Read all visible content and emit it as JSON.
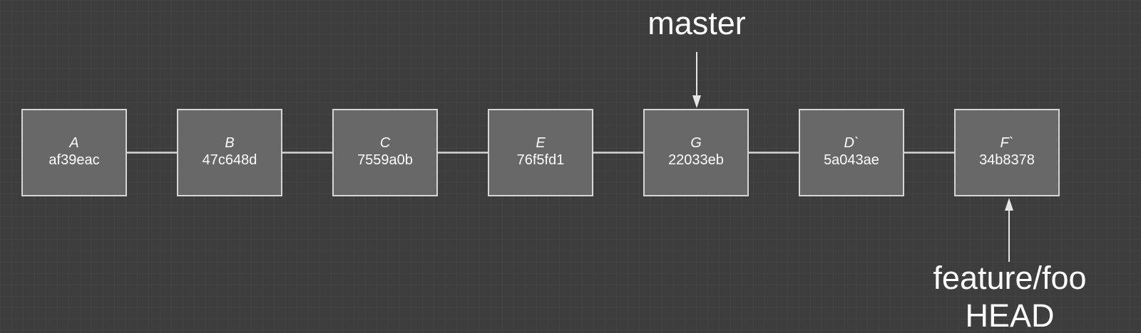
{
  "commits": [
    {
      "label": "A",
      "hash": "af39eac"
    },
    {
      "label": "B",
      "hash": "47c648d"
    },
    {
      "label": "C",
      "hash": "7559a0b"
    },
    {
      "label": "E",
      "hash": "76f5fd1"
    },
    {
      "label": "G",
      "hash": "22033eb"
    },
    {
      "label": "D`",
      "hash": "5a043ae"
    },
    {
      "label": "F`",
      "hash": "34b8378"
    }
  ],
  "refs": {
    "master": {
      "label": "master",
      "points_to": "G"
    },
    "feature": {
      "label": "feature/foo",
      "sublabel": "HEAD",
      "points_to": "F`"
    }
  },
  "colors": {
    "background": "#3d3d3d",
    "box_fill": "#686868",
    "box_stroke": "#d6d6d6",
    "text": "#ffffff"
  }
}
